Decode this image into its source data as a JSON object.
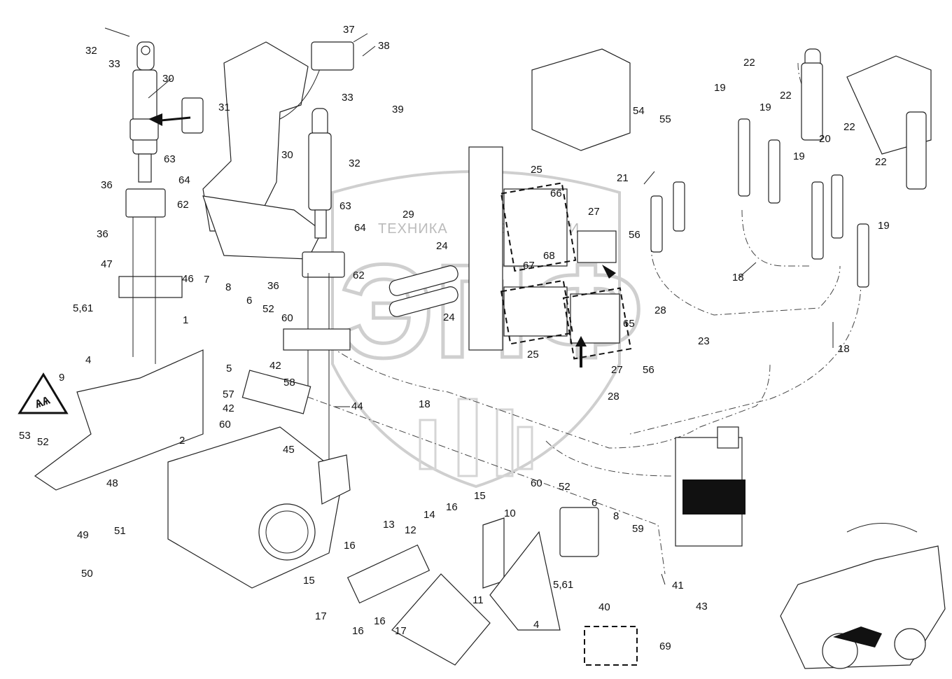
{
  "watermark": {
    "text_left": "ТЕХНИКА",
    "text_right": "ЗАПЧАСТИ",
    "logo": "ЭПФ",
    "colors": {
      "stroke": "#cfcfcf",
      "text": "#bbbbbb"
    }
  },
  "icons": [
    "warning-sign-icon",
    "arrow-icon"
  ],
  "callouts": [
    "32",
    "33",
    "30",
    "31",
    "63",
    "36",
    "64",
    "62",
    "36",
    "47",
    "46",
    "5,61",
    "4",
    "1",
    "9",
    "53",
    "52",
    "2",
    "7",
    "8",
    "6",
    "52",
    "60",
    "5",
    "42",
    "58",
    "57",
    "42",
    "60",
    "45",
    "44",
    "48",
    "49",
    "51",
    "50",
    "37",
    "38",
    "33",
    "39",
    "32",
    "30",
    "63",
    "64",
    "36",
    "62",
    "29",
    "24",
    "24",
    "18",
    "25",
    "66",
    "68",
    "67",
    "27",
    "25",
    "65",
    "27",
    "56",
    "28",
    "28",
    "54",
    "55",
    "21",
    "56",
    "22",
    "19",
    "22",
    "19",
    "20",
    "22",
    "19",
    "22",
    "19",
    "18",
    "23",
    "18",
    "15",
    "13",
    "12",
    "14",
    "16",
    "15",
    "16",
    "17",
    "16",
    "16",
    "17",
    "10",
    "11",
    "60",
    "52",
    "6",
    "8",
    "59",
    "5,61",
    "4",
    "40",
    "41",
    "69",
    "43"
  ]
}
